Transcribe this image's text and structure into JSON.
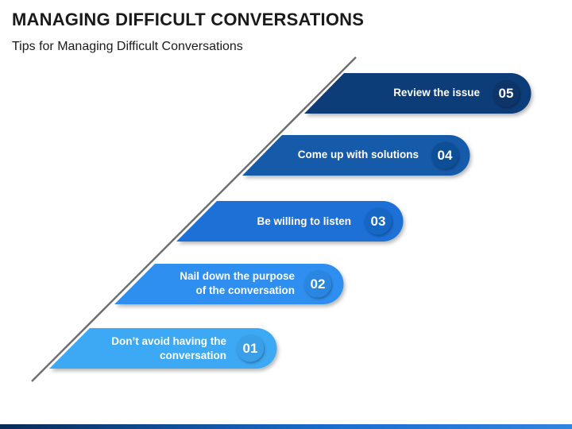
{
  "header": {
    "title": "MANAGING DIFFICULT CONVERSATIONS",
    "subtitle": "Tips for Managing Difficult Conversations"
  },
  "steps": [
    {
      "number": "01",
      "text_lines": [
        "Don’t avoid having the",
        "conversation"
      ],
      "color": "#3da8f3",
      "circle": "#3a9fe8"
    },
    {
      "number": "02",
      "text_lines": [
        "Nail down the purpose",
        "of the conversation"
      ],
      "color": "#2e8ff0",
      "circle": "#2b86e0"
    },
    {
      "number": "03",
      "text_lines": [
        "Be willing to listen"
      ],
      "color": "#1a70d6",
      "circle": "#1766c4"
    },
    {
      "number": "04",
      "text_lines": [
        "Come up with solutions"
      ],
      "color": "#125aaa",
      "circle": "#104f97"
    },
    {
      "number": "05",
      "text_lines": [
        "Review the issue"
      ],
      "color": "#0c3d78",
      "circle": "#0a3569"
    }
  ],
  "colors": {
    "diagonal_line": "#6e6e6e",
    "bottom_bar": "#0f4f9a"
  }
}
